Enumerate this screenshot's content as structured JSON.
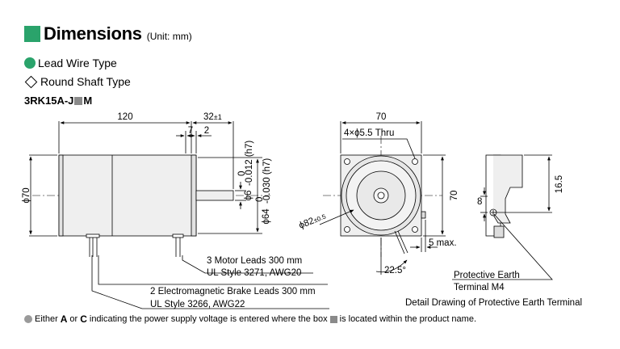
{
  "header": {
    "title": "Dimensions",
    "unit": "(Unit: mm)"
  },
  "types": {
    "lead": "Lead Wire Type",
    "shaft": "Round Shaft Type"
  },
  "model": {
    "prefix": "3RK15A-J",
    "suffix": "M"
  },
  "dims": {
    "len120": "120",
    "len32": "32",
    "len32_tol": "±1",
    "len7": "7",
    "len2": "2",
    "dia70": "ϕ70",
    "dia6": "ϕ6",
    "dia64": "ϕ64",
    "tol_zero": "0",
    "tol_012": "-0.012 (h7)",
    "tol_030": "-0.030 (h7)",
    "front70_w": "70",
    "front70_h": "70",
    "holes": "4×ϕ5.5 Thru",
    "pcd82": "ϕ82",
    "pcd82_tol": "±0.5",
    "angle": "22.5°",
    "max5": "5 max.",
    "side16_5": "16.5",
    "side8": "8"
  },
  "leads": {
    "motor_line1": "3 Motor Leads 300 mm",
    "motor_line2": "UL Style 3271, AWG20",
    "brake_line1": "2 Electromagnetic Brake Leads 300 mm",
    "brake_line2": "UL Style 3266, AWG22"
  },
  "earth": {
    "label1": "Protective Earth",
    "label2": "Terminal M4",
    "caption": "Detail Drawing of Protective Earth Terminal"
  },
  "note": {
    "part1": "Either",
    "a": "A",
    "or": "or",
    "c": "C",
    "part2": "indicating the power supply voltage is entered where the box",
    "part3": "is located within the product name."
  }
}
